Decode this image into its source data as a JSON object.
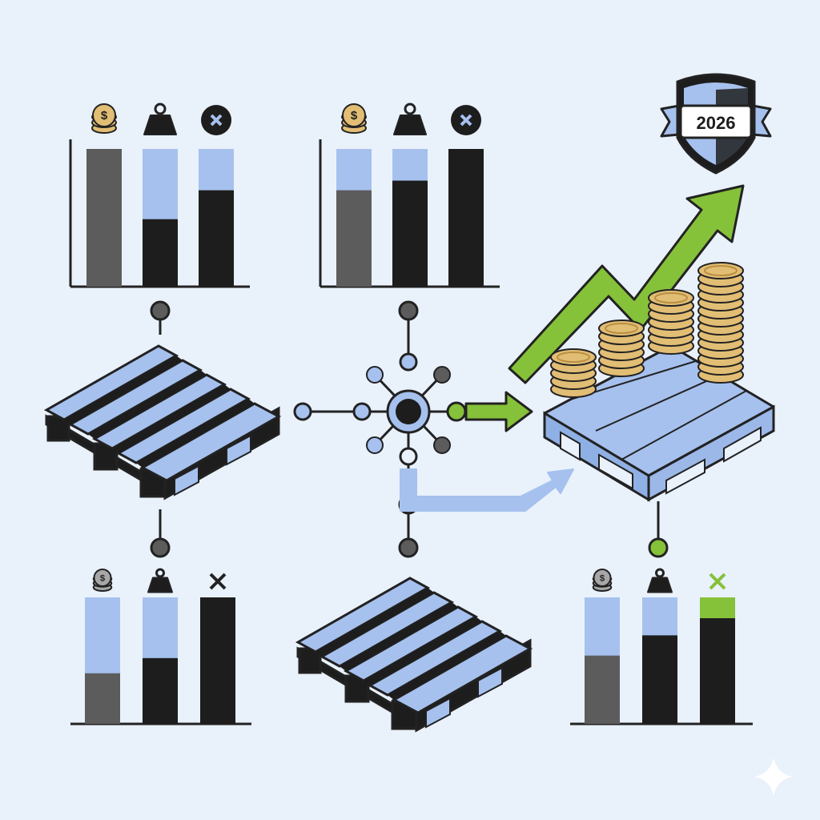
{
  "palette": {
    "background": "#e9f1fb",
    "dark": "#1d1d1d",
    "gray": "#5c5c5c",
    "blue": "#a6c1ee",
    "green": "#86c13a",
    "coin": "#e2bd74",
    "line": "#222222"
  },
  "badge": {
    "year": "2026"
  },
  "icons": [
    "coins-icon",
    "weight-icon",
    "x-icon"
  ],
  "panels": [
    {
      "id": "top-left",
      "bars": [
        {
          "bottom": "gray",
          "fraction": 1.0
        },
        {
          "bottom": "dark",
          "fraction": 0.49
        },
        {
          "bottom": "dark",
          "fraction": 0.7
        }
      ]
    },
    {
      "id": "top-middle",
      "bars": [
        {
          "bottom": "gray",
          "fraction": 0.7
        },
        {
          "bottom": "dark",
          "fraction": 0.77
        },
        {
          "bottom": "dark",
          "fraction": 1.0
        }
      ]
    },
    {
      "id": "bottom-left",
      "bars": [
        {
          "bottom": "gray",
          "fraction": 0.4
        },
        {
          "bottom": "dark",
          "fraction": 0.52
        },
        {
          "bottom": "dark",
          "fraction": 1.0
        }
      ]
    },
    {
      "id": "bottom-right",
      "bars": [
        {
          "bottom": "gray",
          "fraction": 0.54
        },
        {
          "bottom": "dark",
          "fraction": 0.7
        },
        {
          "bottom": "dark",
          "fraction": 1.0,
          "top": "green"
        }
      ]
    }
  ]
}
